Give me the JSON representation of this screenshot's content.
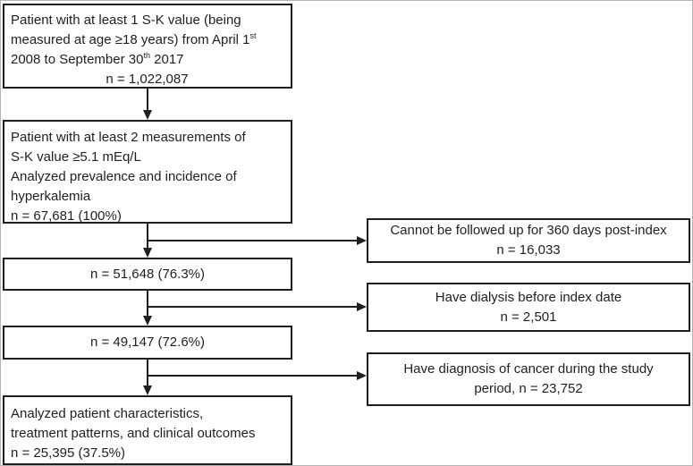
{
  "colors": {
    "border": "#1f1f1f",
    "background": "#ffffff",
    "text": "#1f1f1f",
    "arrow": "#1f1f1f"
  },
  "flowchart": {
    "main_boxes": [
      {
        "name": "initial-population",
        "lines": [
          {
            "text": "Patient with at least 1 S-K value (being"
          },
          {
            "text": "measured at age ≥18 years) from April 1",
            "sup": "st"
          },
          {
            "text": "2008 to September 30",
            "sup": "th",
            "tail": " 2017"
          }
        ],
        "n_line": "n = 1,022,087"
      },
      {
        "name": "hyperkalemia-cohort",
        "lines": [
          {
            "text": "Patient with at least 2 measurements of"
          },
          {
            "text": "S-K value ≥5.1 mEq/L"
          },
          {
            "text": "Analyzed prevalence and incidence of"
          },
          {
            "text": "hyperkalemia"
          },
          {
            "text": "n = 67,681 (100%)"
          }
        ]
      },
      {
        "name": "after-followup-exclusion",
        "n_line": "n = 51,648 (76.3%)"
      },
      {
        "name": "after-dialysis-exclusion",
        "n_line": "n = 49,147 (72.6%)"
      },
      {
        "name": "final-analysis-cohort",
        "lines": [
          {
            "text": "Analyzed patient characteristics,"
          },
          {
            "text": "treatment patterns, and clinical outcomes"
          },
          {
            "text": "n = 25,395 (37.5%)"
          }
        ]
      }
    ],
    "exclusion_boxes": [
      {
        "name": "excluded-no-followup",
        "lines": [
          "Cannot be followed up for 360 days post-index",
          "n = 16,033"
        ]
      },
      {
        "name": "excluded-dialysis",
        "lines": [
          "Have dialysis before index date",
          "n = 2,501"
        ]
      },
      {
        "name": "excluded-cancer",
        "lines": [
          "Have diagnosis of cancer during the study",
          "period, n = 23,752"
        ]
      }
    ]
  }
}
